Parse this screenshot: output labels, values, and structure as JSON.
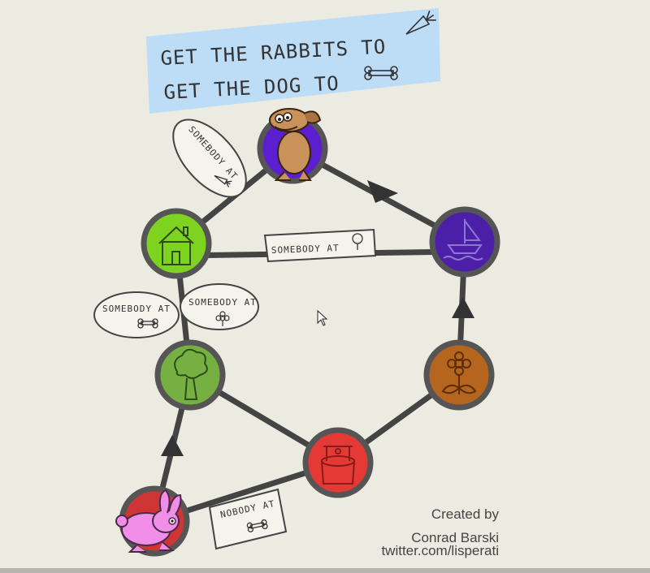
{
  "puzzle": {
    "goal_line1": "GET THE RABBITS TO",
    "goal_line2": "GET THE DOG TO"
  },
  "nodes": [
    {
      "id": "dog-node",
      "color": "#5b1fd0",
      "icon": "dog-token-icon"
    },
    {
      "id": "house-node",
      "color": "#7ed321",
      "icon": "house-icon"
    },
    {
      "id": "boat-node",
      "color": "#4b1fa8",
      "icon": "sailboat-icon"
    },
    {
      "id": "tree-node",
      "color": "#76b043",
      "icon": "tree-icon"
    },
    {
      "id": "flower-node",
      "color": "#b5651d",
      "icon": "flower-icon"
    },
    {
      "id": "well-node",
      "color": "#e53935",
      "icon": "well-icon"
    },
    {
      "id": "rabbit-node",
      "color": "#d03535",
      "icon": "rabbit-token-icon"
    }
  ],
  "conditions": {
    "somebody_at": "SOMEBODY AT",
    "nobody_at": "NOBODY AT"
  },
  "credits": {
    "line1": "Created by",
    "line2": "Conrad Barski",
    "line3": "twitter.com/lisperati"
  }
}
